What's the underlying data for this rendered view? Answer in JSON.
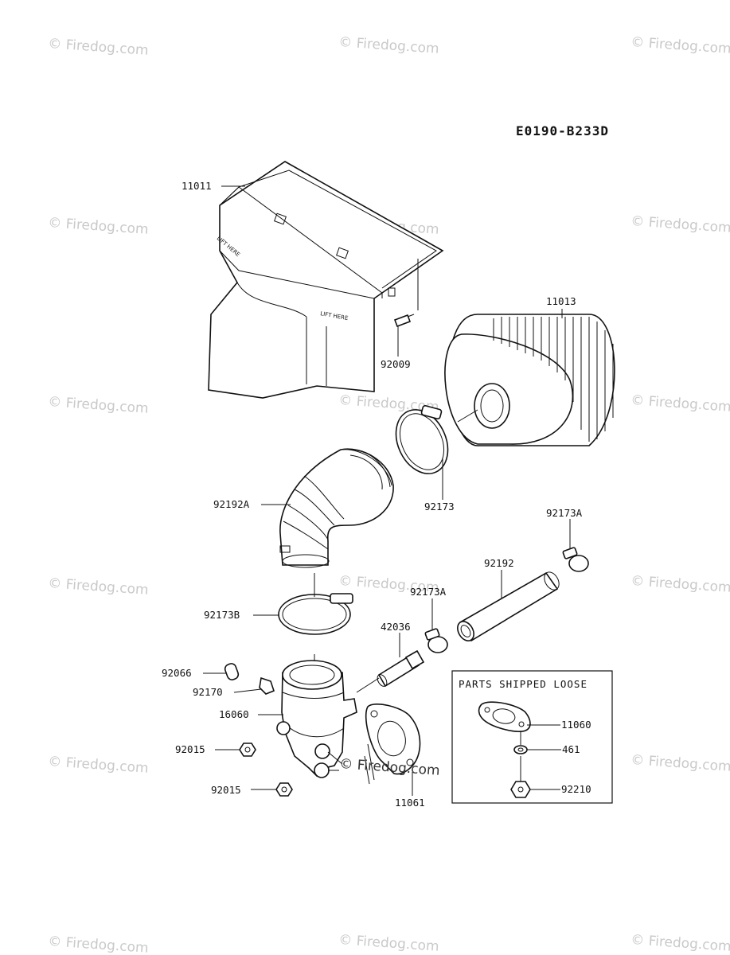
{
  "diagram_code": "E0190-B233D",
  "watermark": "© Firedog.com",
  "parts_box_title": "PARTS SHIPPED LOOSE",
  "labels": {
    "p11011": "11011",
    "p11013": "11013",
    "p92009": "92009",
    "p92192A": "92192A",
    "p92173": "92173",
    "p92173A_top": "92173A",
    "p92192": "92192",
    "p92173A_mid": "92173A",
    "p42036": "42036",
    "p92173B": "92173B",
    "p92066": "92066",
    "p92170": "92170",
    "p16060": "16060",
    "p92015_a": "92015",
    "p92015_b": "92015",
    "p11061": "11061",
    "p11060": "11060",
    "p461": "461",
    "p92210": "92210"
  },
  "embossed": {
    "lift_here_1": "LIFT HERE",
    "lift_here_2": "LIFT HERE"
  }
}
